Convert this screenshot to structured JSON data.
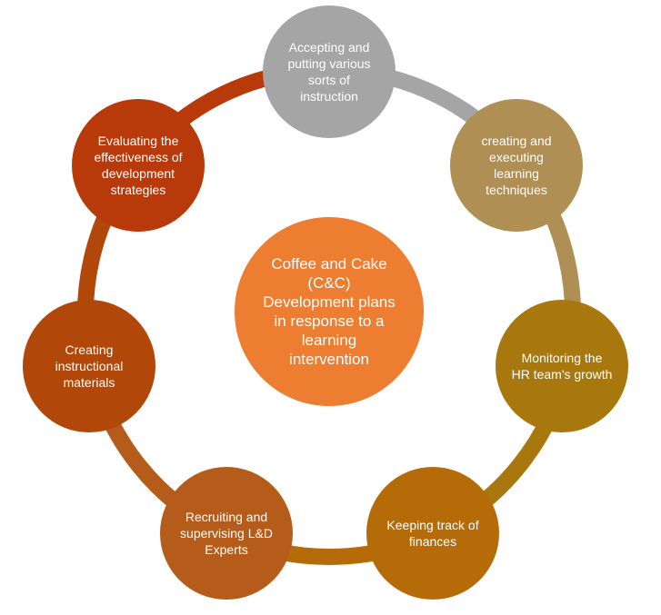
{
  "center": {
    "label": "Coffee and Cake (C&C) Development plans in response to a learning intervention",
    "color": "#ED7D31"
  },
  "ring_nodes": [
    {
      "label": "Accepting and putting various sorts of instruction",
      "color": "#A5A5A5"
    },
    {
      "label": "creating and executing learning techniques",
      "color": "#B08F55"
    },
    {
      "label": "Monitoring the HR team's growth",
      "color": "#A8770E"
    },
    {
      "label": "Keeping track of finances",
      "color": "#B56B07"
    },
    {
      "label": "Recruiting and supervising L&D Experts",
      "color": "#B65C1B"
    },
    {
      "label": "Creating instructional materials",
      "color": "#B2470A"
    },
    {
      "label": "Evaluating the effectiveness of development strategies",
      "color": "#B8390A"
    }
  ]
}
